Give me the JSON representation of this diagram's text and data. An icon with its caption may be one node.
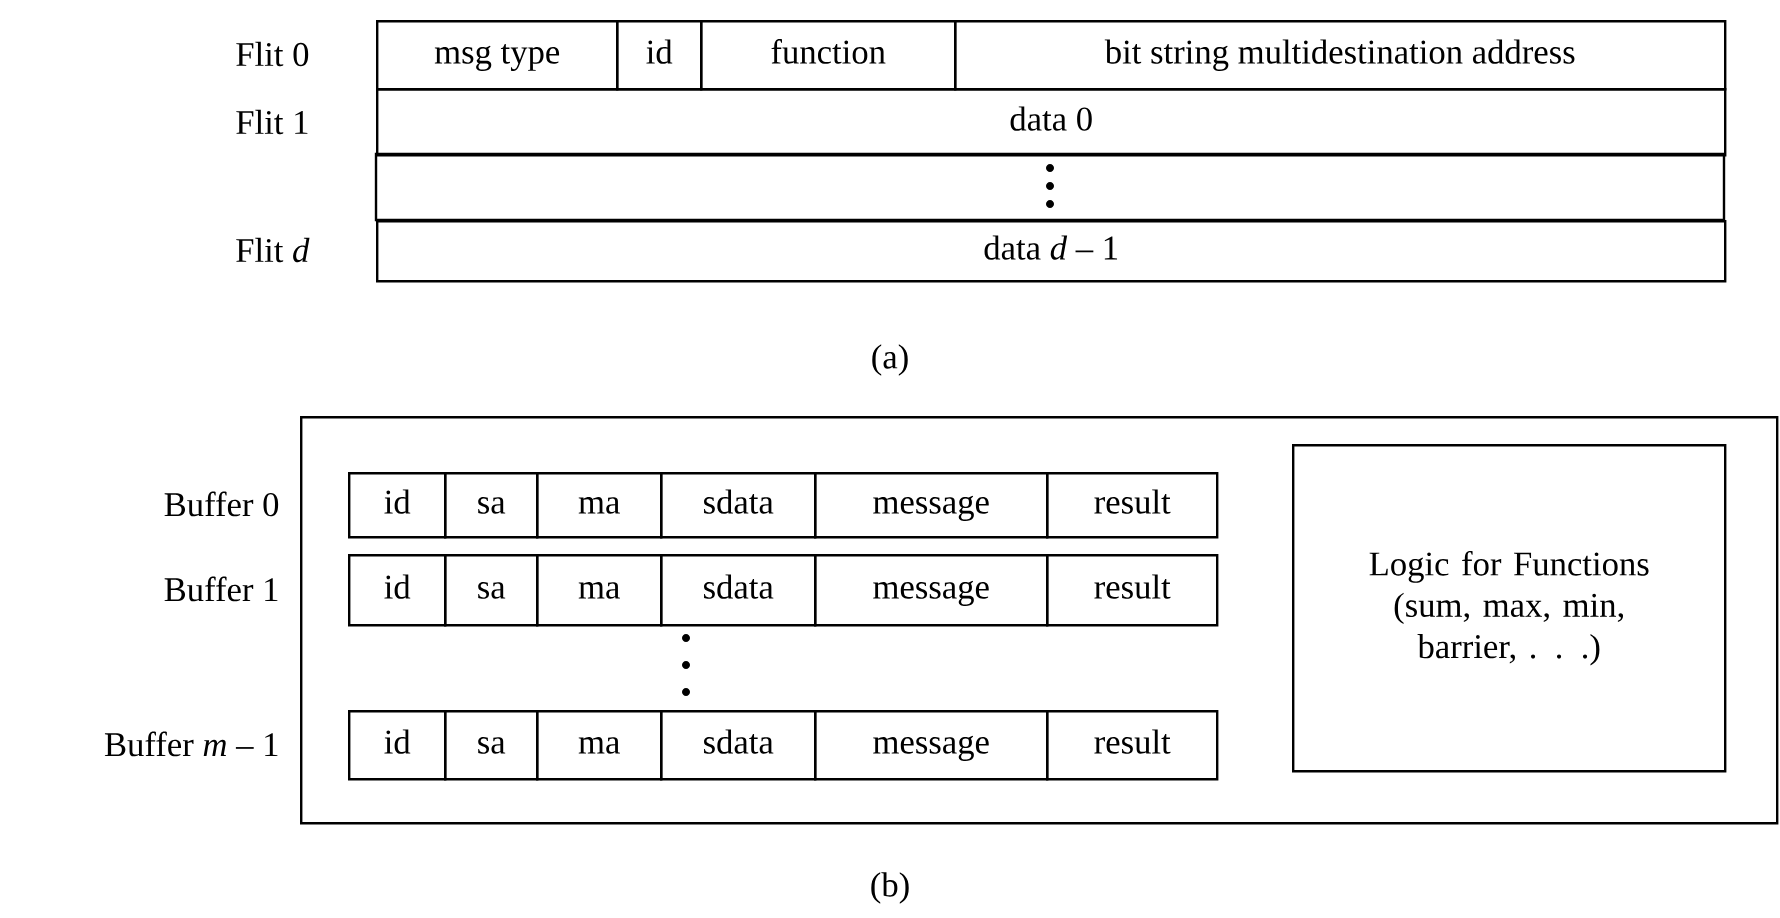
{
  "diagram": {
    "nodes": [
      {
        "text": [],
        "shape": "box"
      },
      {
        "text": [
          "Logic for Functions (sum, max, min, barrier, . . .)"
        ],
        "in": 0
      }
    ],
    "edges": [],
    "labels": [
      "Flit 0",
      "msg type",
      "id",
      "function",
      "bit string multidestination address",
      "Flit 1",
      "data 0",
      "Flit *d*",
      "data *d* – 1",
      "(a)",
      "Buffer 0",
      "id",
      "sa",
      "ma",
      "sdata",
      "message",
      "result",
      "Buffer 1",
      "id",
      "sa",
      "ma",
      "sdata",
      "message",
      "result",
      "Buffer *m* – 1",
      "id",
      "sa",
      "ma",
      "sdata",
      "message",
      "result",
      "(b)"
    ]
  }
}
